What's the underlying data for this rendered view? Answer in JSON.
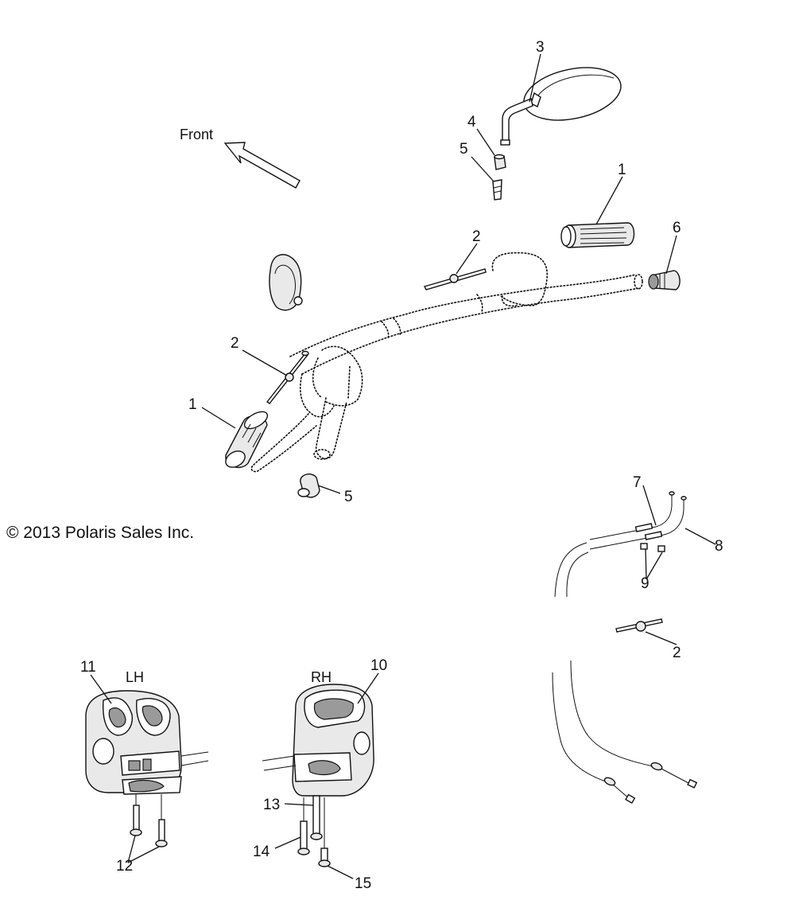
{
  "diagram": {
    "direction_label": "Front",
    "copyright": "© 2013 Polaris Sales Inc.",
    "side_labels": {
      "left": "LH",
      "right": "RH"
    },
    "callouts": [
      {
        "id": "c3",
        "text": "3"
      },
      {
        "id": "c4",
        "text": "4"
      },
      {
        "id": "c5a",
        "text": "5"
      },
      {
        "id": "c1a",
        "text": "1"
      },
      {
        "id": "c6",
        "text": "6"
      },
      {
        "id": "c2a",
        "text": "2"
      },
      {
        "id": "c2b",
        "text": "2"
      },
      {
        "id": "c1b",
        "text": "1"
      },
      {
        "id": "c5b",
        "text": "5"
      },
      {
        "id": "c7",
        "text": "7"
      },
      {
        "id": "c8",
        "text": "8"
      },
      {
        "id": "c9",
        "text": "9"
      },
      {
        "id": "c2c",
        "text": "2"
      },
      {
        "id": "c11",
        "text": "11"
      },
      {
        "id": "c10",
        "text": "10"
      },
      {
        "id": "c13",
        "text": "13"
      },
      {
        "id": "c14",
        "text": "14"
      },
      {
        "id": "c12",
        "text": "12"
      },
      {
        "id": "c15",
        "text": "15"
      }
    ]
  }
}
